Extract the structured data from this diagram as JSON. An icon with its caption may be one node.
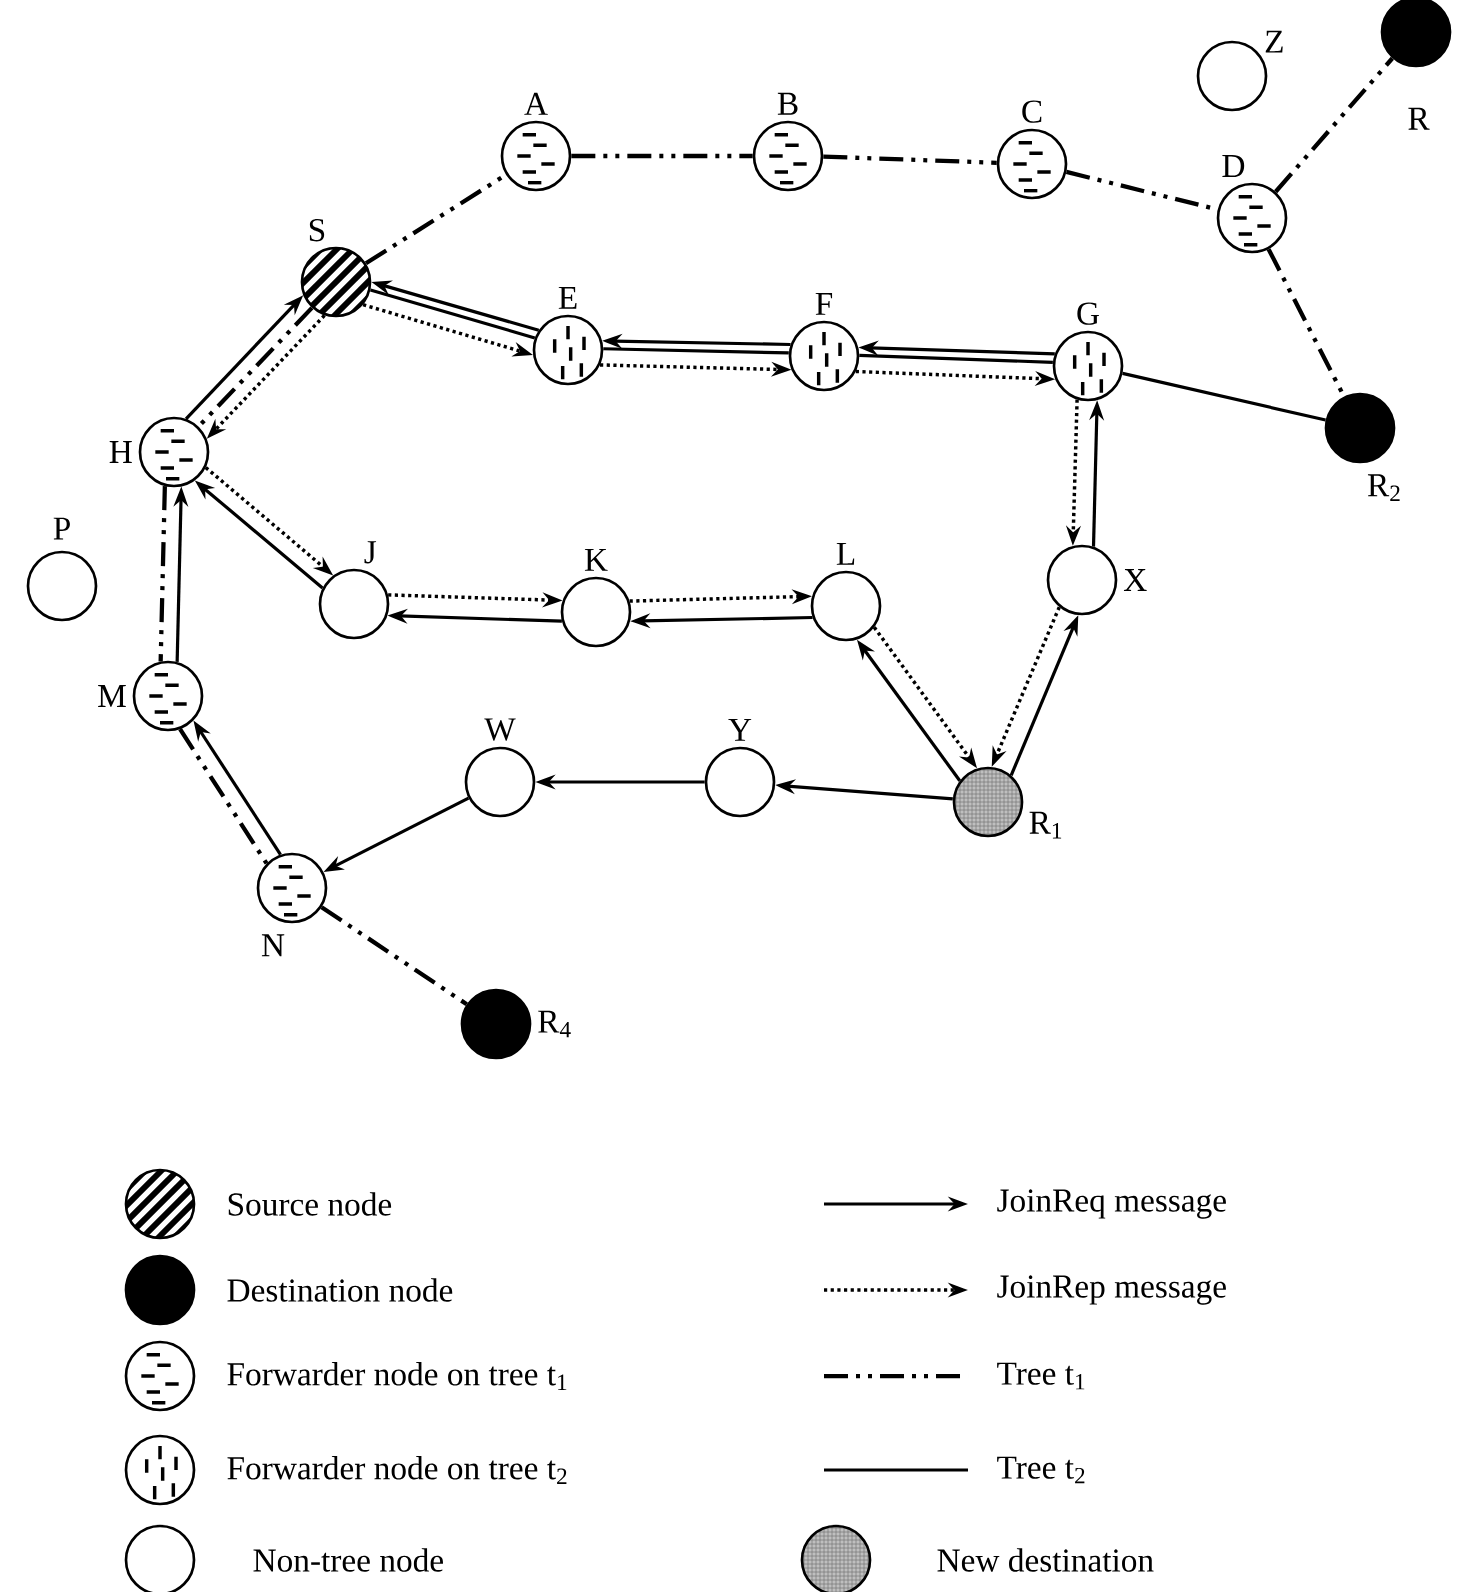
{
  "diagram": {
    "nodes": [
      {
        "text": [
          "S"
        ]
      },
      {
        "text": [
          "A"
        ]
      },
      {
        "text": [
          "B"
        ]
      },
      {
        "text": [
          "C"
        ]
      },
      {
        "text": [
          "D"
        ]
      },
      {
        "text": [
          "Z"
        ]
      },
      {
        "text": [
          "R"
        ]
      },
      {
        "text": [
          "E"
        ]
      },
      {
        "text": [
          "F"
        ]
      },
      {
        "text": [
          "G"
        ]
      },
      {
        "text": [
          "R$_{2}$"
        ]
      },
      {
        "text": [
          "H"
        ]
      },
      {
        "text": [
          "P"
        ]
      },
      {
        "text": [
          "J"
        ]
      },
      {
        "text": [
          "K"
        ]
      },
      {
        "text": [
          "L"
        ]
      },
      {
        "text": [
          "X"
        ]
      },
      {
        "text": [
          "M"
        ]
      },
      {
        "text": [
          "W"
        ]
      },
      {
        "text": [
          "Y"
        ]
      },
      {
        "text": [
          "R$_{1}$"
        ]
      },
      {
        "text": [
          "N"
        ]
      },
      {
        "text": [
          "R$_{4}$"
        ]
      }
    ],
    "edges": [
      {
        "from": 0,
        "to": 1,
        "arrow": "none",
        "style": "dashed"
      },
      {
        "from": 1,
        "to": 2,
        "arrow": "none",
        "style": "dashed"
      },
      {
        "from": 2,
        "to": 3,
        "arrow": "none",
        "style": "dashed"
      },
      {
        "from": 3,
        "to": 4,
        "arrow": "none",
        "style": "dashed"
      },
      {
        "from": 4,
        "to": 6,
        "arrow": "none",
        "style": "dashed"
      },
      {
        "from": 4,
        "to": 10,
        "arrow": "none",
        "style": "dashed"
      },
      {
        "from": 9,
        "to": 10,
        "arrow": "none"
      },
      {
        "from": 0,
        "to": 7,
        "arrow": "none"
      },
      {
        "from": 7,
        "to": 8,
        "arrow": "none"
      },
      {
        "from": 8,
        "to": 9,
        "arrow": "none"
      },
      {
        "from": 7,
        "to": 0,
        "arrow": "to"
      },
      {
        "from": 8,
        "to": 7,
        "arrow": "to"
      },
      {
        "from": 9,
        "to": 8,
        "arrow": "to"
      },
      {
        "from": 0,
        "to": 7,
        "arrow": "to",
        "style": "dashed"
      },
      {
        "from": 7,
        "to": 8,
        "arrow": "to",
        "style": "dashed"
      },
      {
        "from": 8,
        "to": 9,
        "arrow": "to",
        "style": "dashed"
      },
      {
        "from": 0,
        "to": 11,
        "arrow": "none",
        "style": "dashed"
      },
      {
        "from": 11,
        "to": 0,
        "arrow": "to"
      },
      {
        "from": 0,
        "to": 11,
        "arrow": "to",
        "style": "dashed"
      },
      {
        "from": 11,
        "to": 17,
        "arrow": "none",
        "style": "dashed"
      },
      {
        "from": 17,
        "to": 11,
        "arrow": "to"
      },
      {
        "from": 17,
        "to": 21,
        "arrow": "none",
        "style": "dashed"
      },
      {
        "from": 21,
        "to": 17,
        "arrow": "to"
      },
      {
        "from": 21,
        "to": 22,
        "arrow": "none",
        "style": "dashed"
      },
      {
        "from": 11,
        "to": 13,
        "arrow": "to",
        "style": "dashed"
      },
      {
        "from": 13,
        "to": 11,
        "arrow": "to"
      },
      {
        "from": 13,
        "to": 14,
        "arrow": "to",
        "style": "dashed"
      },
      {
        "from": 14,
        "to": 13,
        "arrow": "to"
      },
      {
        "from": 14,
        "to": 15,
        "arrow": "to",
        "style": "dashed"
      },
      {
        "from": 15,
        "to": 14,
        "arrow": "to"
      },
      {
        "from": 15,
        "to": 20,
        "arrow": "to",
        "style": "dashed"
      },
      {
        "from": 20,
        "to": 15,
        "arrow": "to"
      },
      {
        "from": 9,
        "to": 16,
        "arrow": "to",
        "style": "dashed"
      },
      {
        "from": 16,
        "to": 9,
        "arrow": "to"
      },
      {
        "from": 16,
        "to": 20,
        "arrow": "to",
        "style": "dashed"
      },
      {
        "from": 20,
        "to": 16,
        "arrow": "to"
      },
      {
        "from": 20,
        "to": 19,
        "arrow": "to"
      },
      {
        "from": 19,
        "to": 18,
        "arrow": "to"
      },
      {
        "from": 18,
        "to": 21,
        "arrow": "to"
      }
    ],
    "legend": [
      {
        "text": "Source node"
      },
      {
        "text": "JoinReq message"
      },
      {
        "text": "Destination node"
      },
      {
        "text": "JoinRep message"
      },
      {
        "text": "Forwarder node on tree t$_{1}$"
      },
      {
        "text": "Tree t$_{1}$"
      },
      {
        "text": "Forwarder node on tree t$_{2}$"
      },
      {
        "text": "Tree t$_{2}$"
      },
      {
        "text": "Non-tree node"
      },
      {
        "text": "New destination"
      }
    ]
  }
}
